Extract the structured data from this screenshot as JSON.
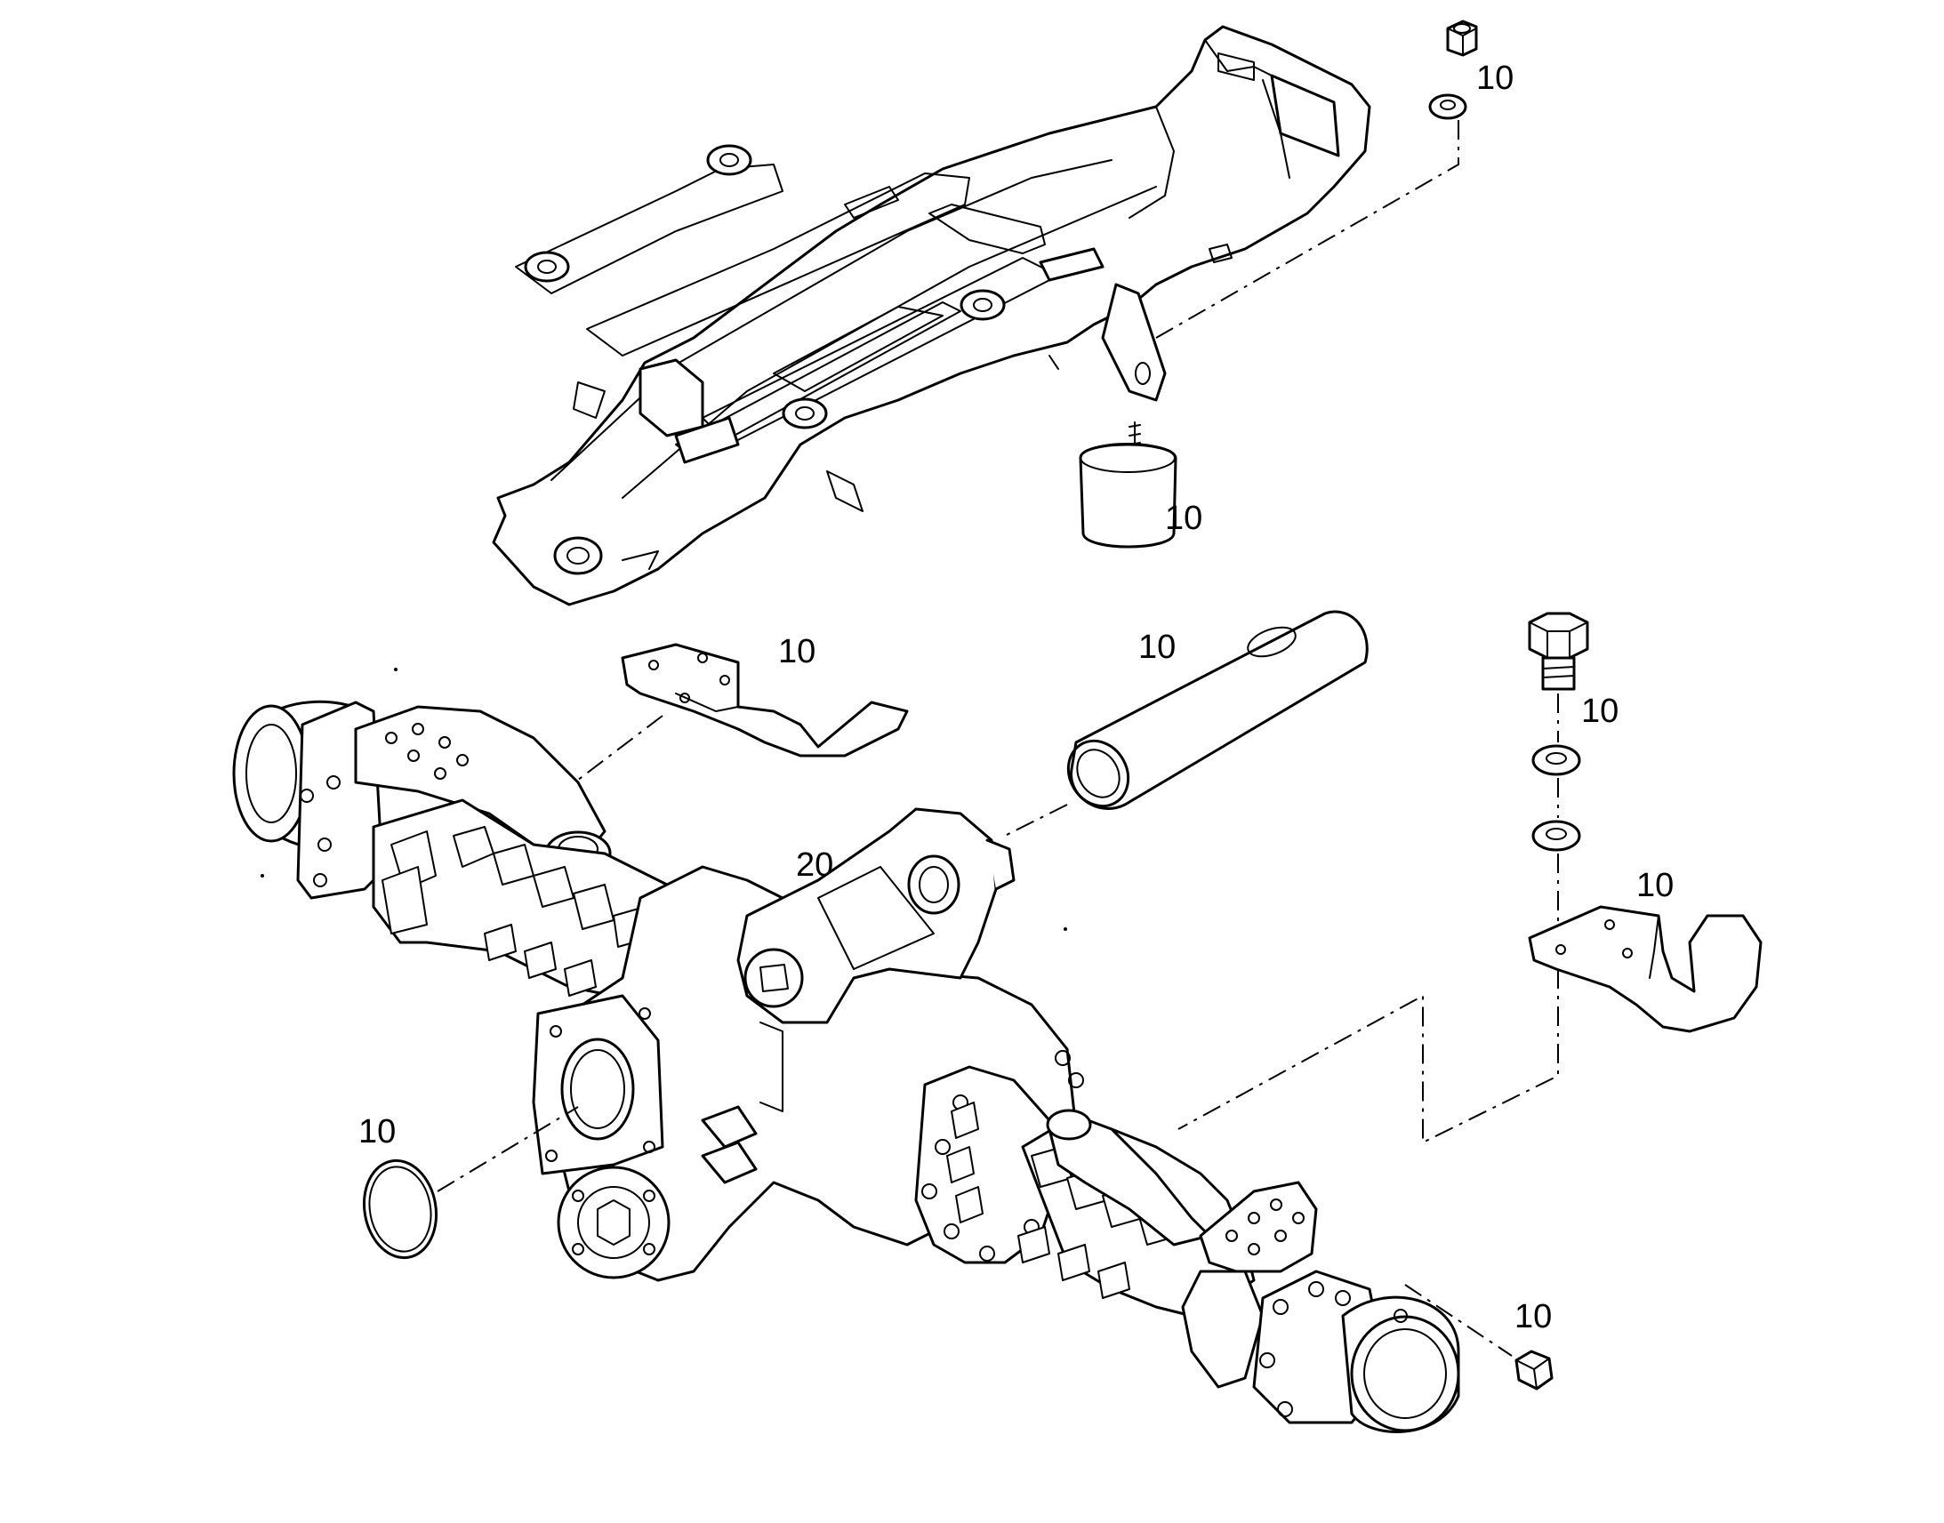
{
  "callouts": {
    "nut_top": "10",
    "bumper": "10",
    "bracket_left": "10",
    "pin": "10",
    "bolt": "10",
    "bracket_right": "10",
    "axle": "20",
    "o_ring": "10",
    "nut_bottom": "10"
  },
  "parts": [
    "frame",
    "nut",
    "washer",
    "rubber-bumper",
    "mounting-bracket",
    "pivot-pin",
    "bolt",
    "washer",
    "washer",
    "mounting-bracket",
    "axle-assembly",
    "o-ring",
    "wheel-nut"
  ]
}
